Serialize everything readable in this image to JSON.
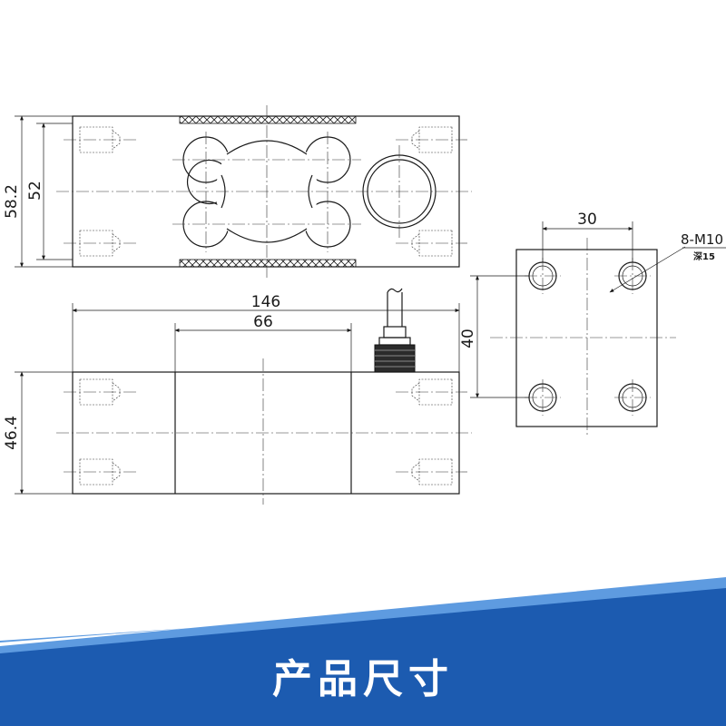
{
  "dimensions": {
    "height_outer": "58.2",
    "height_inner": "52",
    "length_total": "146",
    "length_mid": "66",
    "side_height": "46.4",
    "hole_pitch_x": "30",
    "hole_pitch_y": "40",
    "thread_spec": "8-M10",
    "thread_depth": "深15"
  },
  "banner": {
    "title": "产品尺寸",
    "color_main": "#1c5bb0",
    "color_light": "#5e9be0"
  }
}
